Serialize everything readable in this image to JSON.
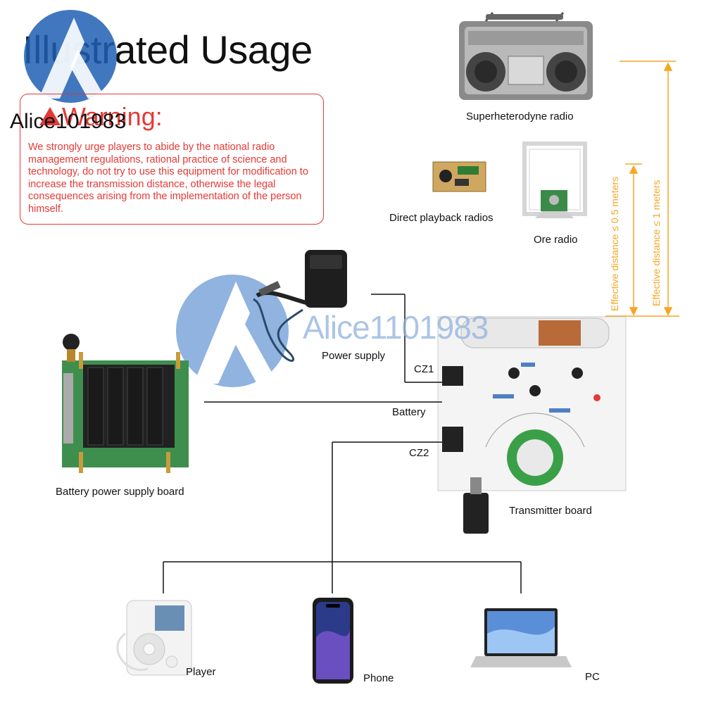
{
  "title": "Illustrated Usage",
  "warning": {
    "heading": "Warning:",
    "text": "We strongly urge players to abide by the national radio management regulations, rational practice of science and technology, do not try to use this equipment for modification to increase the transmission distance, otherwise the legal consequences arising from the implementation of the person himself."
  },
  "watermark": {
    "small": "Alice101983",
    "large": "Alice1101983"
  },
  "receivers": {
    "superheterodyne": "Superheterodyne radio",
    "direct_playback": "Direct playback radios",
    "ore": "Ore radio"
  },
  "distances": {
    "half_meter": "Effective distance ≤ 0.5 meters",
    "one_meter": "Effective distance ≤ 1 meters"
  },
  "components": {
    "power_supply": "Power supply",
    "battery": "Battery",
    "battery_board": "Battery power supply board",
    "transmitter": "Transmitter board",
    "cz1": "CZ1",
    "cz2": "CZ2"
  },
  "sources": {
    "player": "Player",
    "phone": "Phone",
    "pc": "PC"
  },
  "colors": {
    "warning_red": "#e53935",
    "distance_orange": "#f5a623",
    "watermark_blue": "#4a7fc0",
    "pcb_green": "#3a8a4a"
  }
}
